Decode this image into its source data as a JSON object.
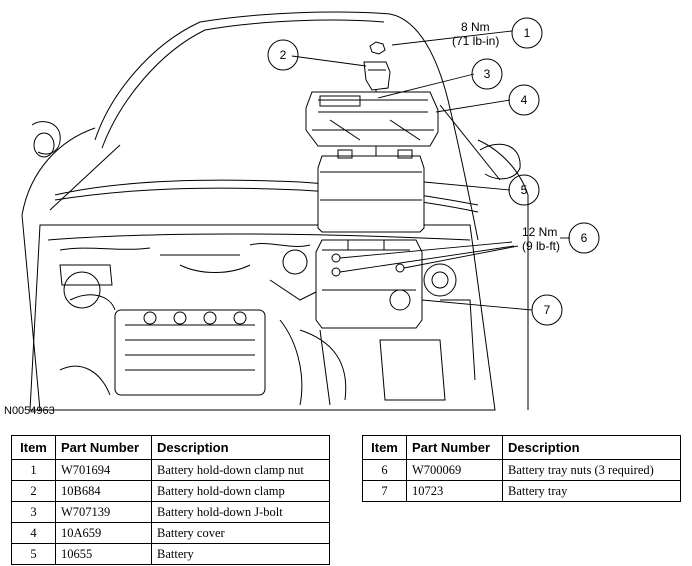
{
  "figure": {
    "id": "N0054963",
    "callouts": [
      {
        "num": "1",
        "text1": "8 Nm",
        "text2": "(71 lb-in)"
      },
      {
        "num": "2"
      },
      {
        "num": "3"
      },
      {
        "num": "4"
      },
      {
        "num": "5"
      },
      {
        "num": "6",
        "text1": "12 Nm",
        "text2": "(9 lb-ft)"
      },
      {
        "num": "7"
      }
    ]
  },
  "tables": {
    "headers": {
      "item": "Item",
      "part_number": "Part Number",
      "description": "Description"
    },
    "left": [
      {
        "item": "1",
        "part_number": "W701694",
        "description": "Battery hold-down clamp nut"
      },
      {
        "item": "2",
        "part_number": "10B684",
        "description": "Battery hold-down clamp"
      },
      {
        "item": "3",
        "part_number": "W707139",
        "description": "Battery hold-down J-bolt"
      },
      {
        "item": "4",
        "part_number": "10A659",
        "description": "Battery cover"
      },
      {
        "item": "5",
        "part_number": "10655",
        "description": "Battery"
      }
    ],
    "right": [
      {
        "item": "6",
        "part_number": "W700069",
        "description": "Battery tray nuts (3 required)"
      },
      {
        "item": "7",
        "part_number": "10723",
        "description": "Battery tray"
      }
    ]
  }
}
